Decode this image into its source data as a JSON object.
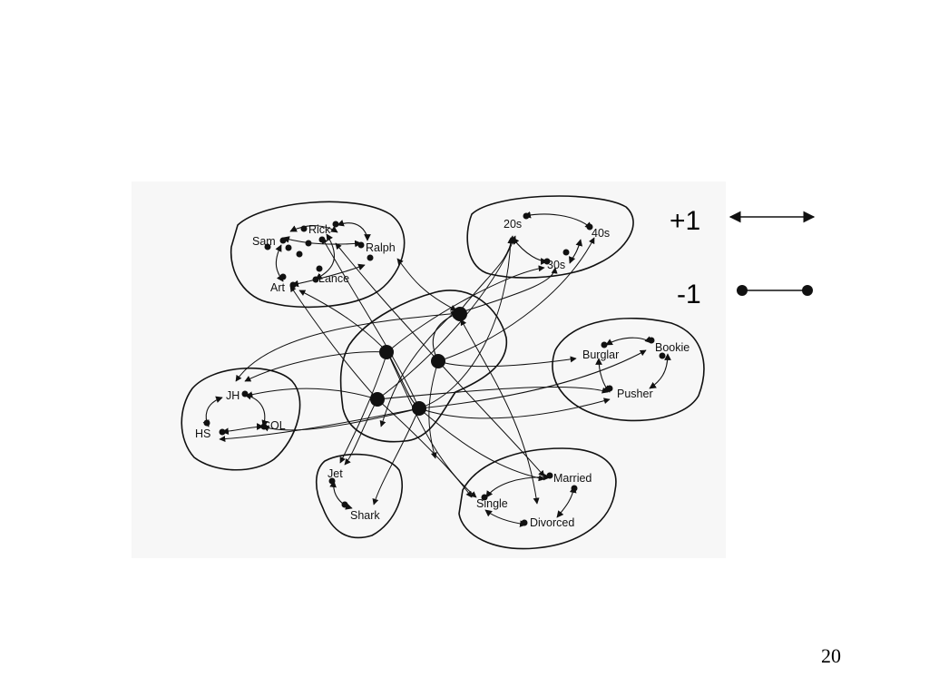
{
  "legend": {
    "excitatory_label": "+1",
    "inhibitory_label": "-1"
  },
  "page_number": "20",
  "colors": {
    "ink": "#111111",
    "figure_bg": "#f7f7f7",
    "page_bg": "#ffffff"
  },
  "pools": [
    {
      "id": "names",
      "units": [
        "Rick",
        "Sam",
        "Ralph",
        "Lance",
        "Art"
      ]
    },
    {
      "id": "ages",
      "units": [
        "20s",
        "40s",
        "30s"
      ]
    },
    {
      "id": "occupations",
      "units": [
        "Burglar",
        "Bookie",
        "Pusher"
      ]
    },
    {
      "id": "education",
      "units": [
        "JH",
        "HS",
        "COL"
      ]
    },
    {
      "id": "gangs",
      "units": [
        "Jet",
        "Shark"
      ]
    },
    {
      "id": "marital",
      "units": [
        "Married",
        "Single",
        "Divorced"
      ]
    },
    {
      "id": "instances",
      "units": []
    }
  ]
}
